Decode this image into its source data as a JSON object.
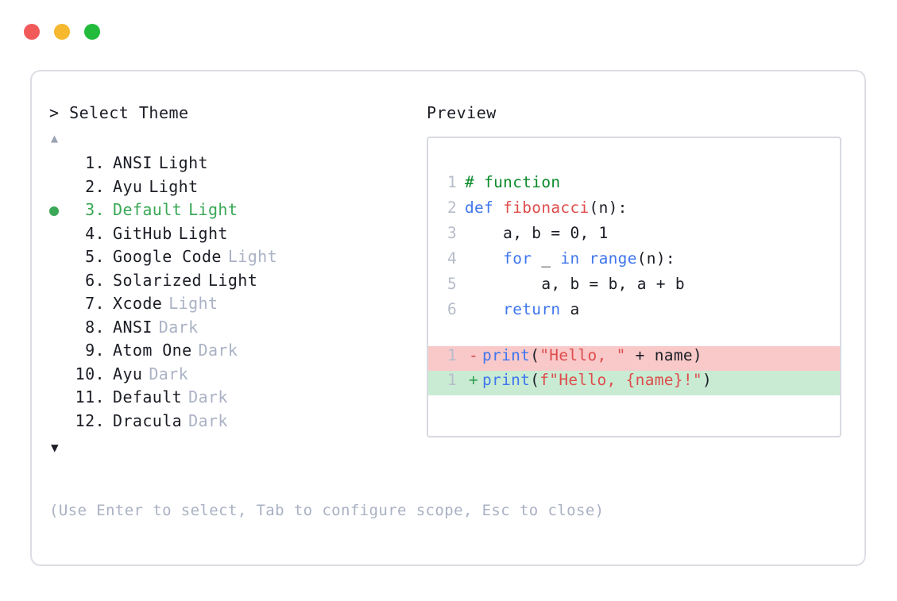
{
  "window": {
    "traffic_lights": [
      {
        "name": "close",
        "color": "#f25a5a"
      },
      {
        "name": "minimize",
        "color": "#f5b82e"
      },
      {
        "name": "maximize",
        "color": "#22bb3c"
      }
    ]
  },
  "selector": {
    "prompt_symbol": ">",
    "title": "Select Theme",
    "scroll_up_indicator": "▲",
    "scroll_down_indicator": "▼",
    "selected_index": 3,
    "selected_bullet": "●",
    "items": [
      {
        "number": "1.",
        "name": "ANSI",
        "variant": "Light",
        "variant_muted": false,
        "selected": false
      },
      {
        "number": "2.",
        "name": "Ayu",
        "variant": "Light",
        "variant_muted": false,
        "selected": false
      },
      {
        "number": "3.",
        "name": "Default",
        "variant": "Light",
        "variant_muted": false,
        "selected": true
      },
      {
        "number": "4.",
        "name": "GitHub",
        "variant": "Light",
        "variant_muted": false,
        "selected": false
      },
      {
        "number": "5.",
        "name": "Google Code",
        "variant": "Light",
        "variant_muted": true,
        "selected": false
      },
      {
        "number": "6.",
        "name": "Solarized",
        "variant": "Light",
        "variant_muted": false,
        "selected": false
      },
      {
        "number": "7.",
        "name": "Xcode",
        "variant": "Light",
        "variant_muted": true,
        "selected": false
      },
      {
        "number": "8.",
        "name": "ANSI",
        "variant": "Dark",
        "variant_muted": true,
        "selected": false
      },
      {
        "number": "9.",
        "name": "Atom One",
        "variant": "Dark",
        "variant_muted": true,
        "selected": false
      },
      {
        "number": "10.",
        "name": "Ayu",
        "variant": "Dark",
        "variant_muted": true,
        "selected": false
      },
      {
        "number": "11.",
        "name": "Default",
        "variant": "Dark",
        "variant_muted": true,
        "selected": false
      },
      {
        "number": "12.",
        "name": "Dracula",
        "variant": "Dark",
        "variant_muted": true,
        "selected": false
      }
    ],
    "hint": "(Use Enter to select, Tab to configure scope, Esc to close)"
  },
  "preview": {
    "label": "Preview",
    "code_lines": [
      {
        "number": "1",
        "tokens": [
          {
            "text": "# function",
            "type": "comment"
          }
        ]
      },
      {
        "number": "2",
        "tokens": [
          {
            "text": "def ",
            "type": "keyword"
          },
          {
            "text": "fibonacci",
            "type": "func"
          },
          {
            "text": "(n):",
            "type": "plain"
          }
        ]
      },
      {
        "number": "3",
        "tokens": [
          {
            "text": "    a, b = 0, 1",
            "type": "plain"
          }
        ]
      },
      {
        "number": "4",
        "tokens": [
          {
            "text": "    ",
            "type": "plain"
          },
          {
            "text": "for",
            "type": "keyword"
          },
          {
            "text": " _ ",
            "type": "plain"
          },
          {
            "text": "in range",
            "type": "keyword"
          },
          {
            "text": "(n):",
            "type": "plain"
          }
        ]
      },
      {
        "number": "5",
        "tokens": [
          {
            "text": "        a, b = b, a + b",
            "type": "plain"
          }
        ]
      },
      {
        "number": "6",
        "tokens": [
          {
            "text": "    ",
            "type": "plain"
          },
          {
            "text": "return",
            "type": "keyword"
          },
          {
            "text": " a",
            "type": "plain"
          }
        ]
      }
    ],
    "diff_lines": [
      {
        "number": "1",
        "marker": "-",
        "kind": "deletion",
        "tokens": [
          {
            "text": "print",
            "type": "keyword"
          },
          {
            "text": "(",
            "type": "plain"
          },
          {
            "text": "\"Hello, \"",
            "type": "string"
          },
          {
            "text": " + name)",
            "type": "plain"
          }
        ]
      },
      {
        "number": "1",
        "marker": "+",
        "kind": "addition",
        "tokens": [
          {
            "text": "print",
            "type": "keyword"
          },
          {
            "text": "(",
            "type": "plain"
          },
          {
            "text": "f\"Hello, {name}!\"",
            "type": "string"
          },
          {
            "text": ")",
            "type": "plain"
          }
        ]
      }
    ],
    "syntax_colors": {
      "comment": "#0a8a2a",
      "keyword": "#3f76ed",
      "function": "#de4d4d",
      "string": "#de4d4d",
      "plain": "#1c1e26",
      "line_number": "#b6bcc9",
      "diff_deletion_bg": "#f9c9c9",
      "diff_addition_bg": "#c9ebd3"
    }
  }
}
